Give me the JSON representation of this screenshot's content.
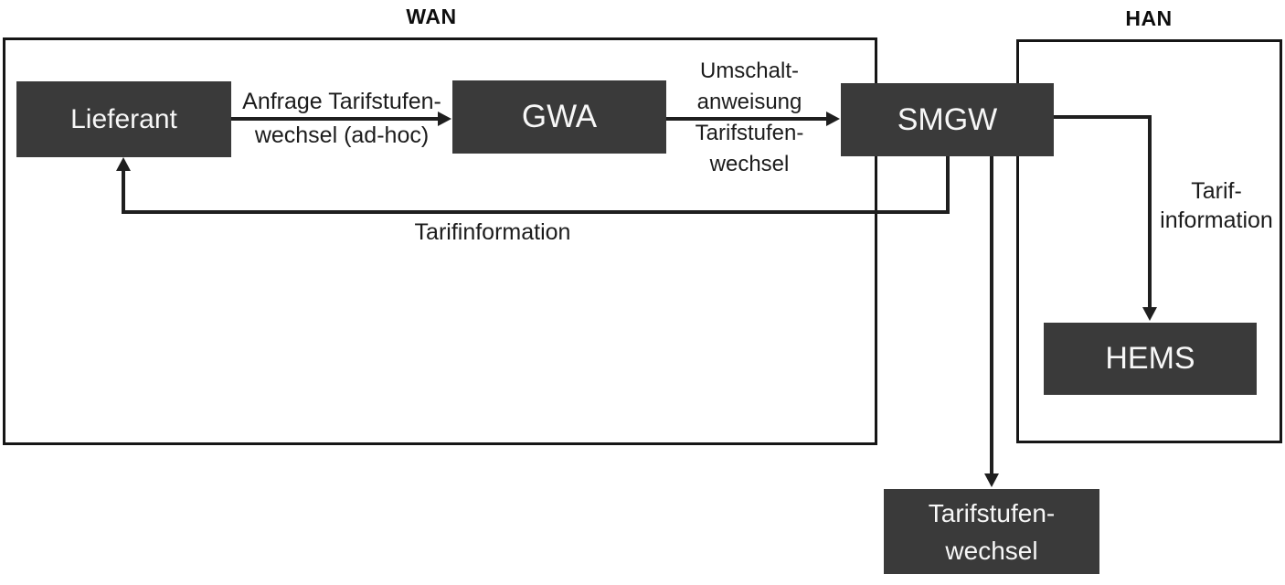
{
  "diagram": {
    "regions": {
      "wan": {
        "label": "WAN"
      },
      "han": {
        "label": "HAN"
      }
    },
    "nodes": {
      "lieferant": {
        "label": "Lieferant"
      },
      "gwa": {
        "label": "GWA"
      },
      "smgw": {
        "label": "SMGW"
      },
      "hems": {
        "label": "HEMS"
      },
      "tarifstufenwechsel": {
        "line1": "Tarifstufen-",
        "line2": "wechsel"
      }
    },
    "edges": {
      "anfrage": {
        "from": "Lieferant",
        "to": "GWA",
        "line1": "Anfrage Tarifstufen-",
        "line2": "wechsel (ad-hoc)"
      },
      "umschalt": {
        "from": "GWA",
        "to": "SMGW",
        "line1": "Umschalt-",
        "line2": "anweisung",
        "line3": "Tarifstufen-",
        "line4": "wechsel"
      },
      "tarifinformation": {
        "from": "SMGW",
        "to": "Lieferant",
        "label": "Tarifinformation"
      },
      "tarifinformation_han": {
        "from": "SMGW",
        "to": "HEMS",
        "line1": "Tarif-",
        "line2": "information"
      },
      "tarifstufenwechsel_out": {
        "from": "SMGW",
        "to": "Tarifstufen-wechsel"
      }
    },
    "colors": {
      "box_fill": "#3a3a3a",
      "box_text": "#f7f7f7",
      "line": "#1f1f1f",
      "background": "#ffffff"
    }
  }
}
